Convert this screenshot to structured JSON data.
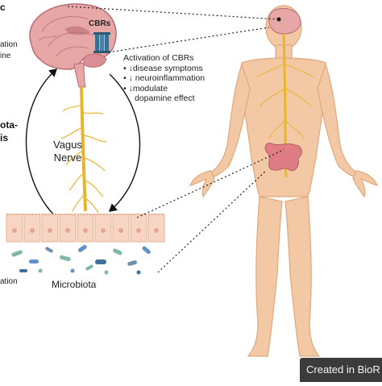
{
  "left_fragments": {
    "top_c": "c",
    "top_ation": "ation",
    "top_ine": "ine",
    "mid_ota": "ota-",
    "mid_is": "is",
    "bottom_ation": "ation"
  },
  "brain": {
    "receptor_label": "CBRs"
  },
  "activation": {
    "heading": "Activation of CBRs",
    "effects": [
      "↓disease symptoms",
      "↓ neuroinflammation",
      "↓modulate",
      "dopamine effect"
    ]
  },
  "nerve": {
    "line1": "Vagus",
    "line2": "Nerve"
  },
  "gut": {
    "label": "Microbiota"
  },
  "watermark": {
    "text": "Created in BioR"
  },
  "colors": {
    "skin": "#f2c9a4",
    "skin_outline": "#e0a77c",
    "brain": "#e7a7a7",
    "brain_dark": "#c98088",
    "nerve": "#e9b531",
    "gut": "#de7d84",
    "receptor": "#3b6f8f",
    "epithelium": "#f7d5c2",
    "watermark_bg": "#3b3b3b"
  }
}
